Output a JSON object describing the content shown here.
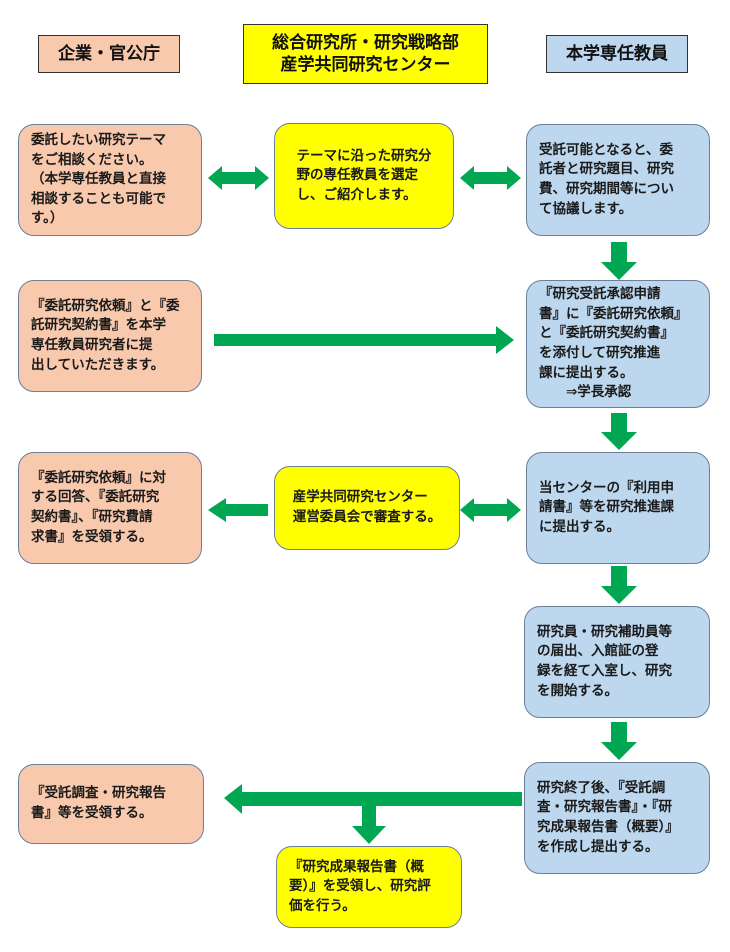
{
  "headers": {
    "company": "企業・官公庁",
    "center": "総合研究所・研究戦略部\n産学共同研究センター",
    "faculty": "本学専任教員"
  },
  "steps": {
    "r1_left": "委託したい研究テーマ\nをご相談ください。\n（本学専任教員と直接\n相談することも可能で\nす。）",
    "r1_mid": "テーマに沿った研究分\n野の専任教員を選定\nし、ご紹介します。",
    "r1_right": "受託可能となると、委\n託者と研究題目、研究\n費、研究期間等につい\nて協議します。",
    "r2_left": "『委託研究依頼』と『委\n託研究契約書』を本学\n専任教員研究者に提\n出していただきます。",
    "r2_right": "『研究受託承認申請\n書』に『委託研究依頼』\nと『委託研究契約書』\nを添付して研究推進\n課に提出する。\n　　⇒学長承認",
    "r3_left": "『委託研究依頼』に対\nする回答、『委託研究\n契約書』、『研究費請\n求書』を受領する。",
    "r3_mid": "産学共同研究センター\n運営委員会で審査する。",
    "r3_right": "当センターの『利用申\n請書』等を研究推進課\nに提出する。",
    "r4_right": "研究員・研究補助員等\nの届出、入館証の登\n録を経て入室し、研究\nを開始する。",
    "r5_left": "『受託調査・研究報告\n書』等を受領する。",
    "r5_right": "研究終了後、『受託調\n査・研究報告書』・『研\n究成果報告書（概要）』\nを作成し提出する。",
    "r6_mid": "『研究成果報告書（概\n要）』を受領し、研究評\n価を行う。"
  },
  "colors": {
    "arrow": "#00a651",
    "peach": "#f8c9ad",
    "yellow": "#ffff00",
    "blue": "#bdd7ee"
  }
}
